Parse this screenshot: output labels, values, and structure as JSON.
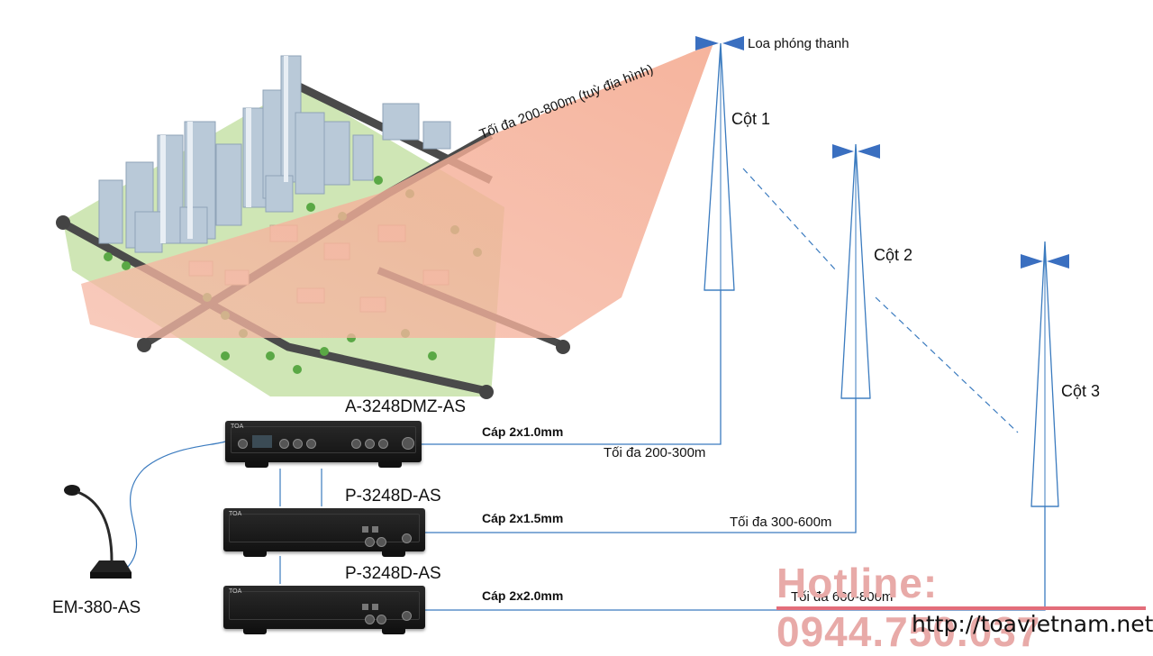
{
  "diagram": {
    "coverage_label": "Tối đa 200-800m (tuỳ địa hình)",
    "speaker_label": "Loa phóng thanh",
    "columns": [
      {
        "name": "Cột 1"
      },
      {
        "name": "Cột 2"
      },
      {
        "name": "Cột 3"
      }
    ],
    "devices": [
      {
        "model": "A-3248DMZ-AS",
        "cable": "Cáp 2x1.0mm",
        "distance": "Tối đa 200-300m"
      },
      {
        "model": "P-3248D-AS",
        "cable": "Cáp 2x1.5mm",
        "distance": "Tối đa 300-600m"
      },
      {
        "model": "P-3248D-AS",
        "cable": "Cáp 2x2.0mm",
        "distance": "Tối đa 600-800m"
      }
    ],
    "microphone": "EM-380-AS",
    "device_brand": "TOA"
  },
  "footer": {
    "hotline": "Hotline: 0944.750.037",
    "website": "http://toavietnam.net"
  },
  "colors": {
    "speaker": "#3a6fc0",
    "cable_line": "#3b7bbf",
    "beam": "#f4b7a0",
    "hotline": "#e8aaa8",
    "hotline_bar": "#e36d7a"
  }
}
